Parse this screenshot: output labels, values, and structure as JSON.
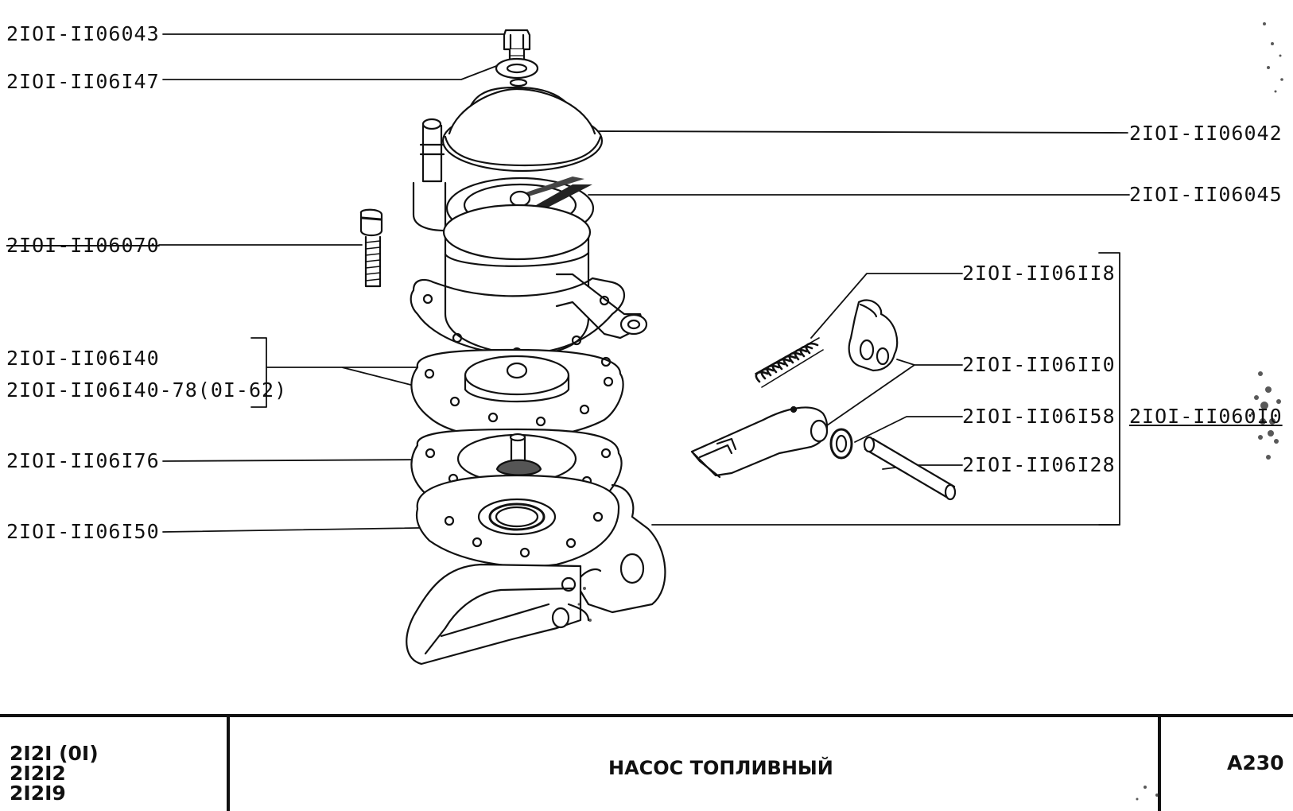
{
  "labels": {
    "p_043": "2IOI-II06043",
    "p_147": "2IOI-II06I47",
    "p_070": "2IOI-II06070",
    "p_140": "2IOI-II06I40",
    "p_140_78": "2IOI-II06I40-78(0I-62)",
    "p_176": "2IOI-II06I76",
    "p_150": "2IOI-II06I50",
    "p_042": "2IOI-II06042",
    "p_045": "2IOI-II06045",
    "p_118": "2IOI-II06II8",
    "p_110": "2IOI-II06II0",
    "p_158": "2IOI-II06I58",
    "p_128": "2IOI-II06I28",
    "p_assembly": "2IOI-II060I0"
  },
  "title_block": {
    "models": [
      "2I2I (0I)",
      "2I2I2",
      "2I2I9"
    ],
    "title": "НАСОС ТОПЛИВНЫЙ",
    "sheet_code": "A230"
  }
}
